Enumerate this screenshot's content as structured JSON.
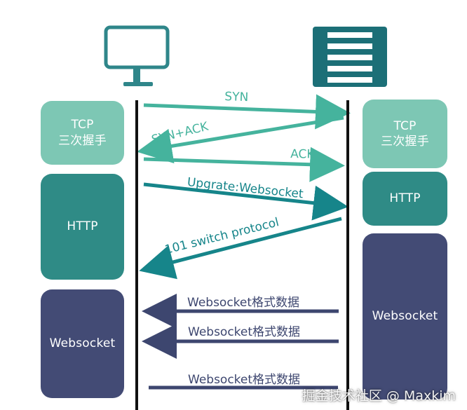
{
  "colors": {
    "tcp_box": "#7dc7b4",
    "http_box": "#2f8b86",
    "websocket_box": "#434b75",
    "handshake_arrow": "#45b39d",
    "upgrade_arrow": "#16858a",
    "data_arrow": "#3d466f",
    "monitor": "#2f868a",
    "server": "#1c6f77"
  },
  "icons": {
    "client": "monitor-icon",
    "server": "server-rack-icon"
  },
  "left": {
    "tcp": {
      "line1": "TCP",
      "line2": "三次握手"
    },
    "http": "HTTP",
    "websocket": "Websocket"
  },
  "right": {
    "tcp": {
      "line1": "TCP",
      "line2": "三次握手"
    },
    "http": "HTTP",
    "websocket": "Websocket"
  },
  "messages": {
    "syn": "SYN",
    "synack": "SYN+ACK",
    "ack": "ACK",
    "upgrade": "Upgrate:Websocket",
    "switch": "101  switch  protocol",
    "data1": "Websocket格式数据",
    "data2": "Websocket格式数据",
    "data3": "Websocket格式数据"
  },
  "watermark": "掘金技术社区 @ Maxkim"
}
